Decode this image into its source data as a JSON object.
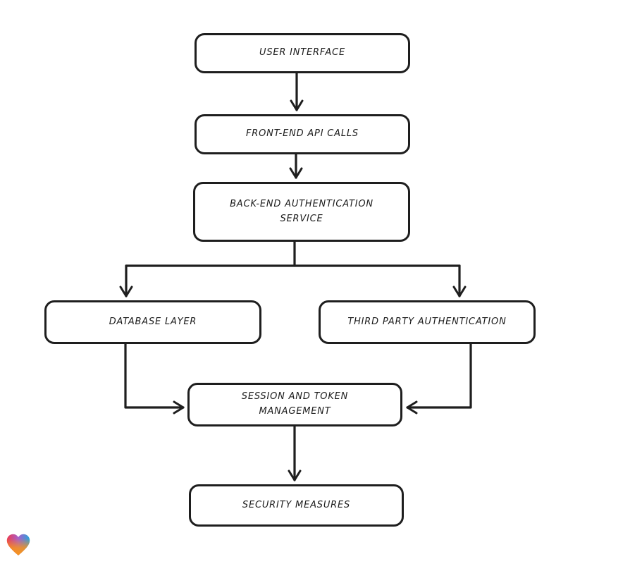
{
  "page": {
    "background": "#ffffff"
  },
  "diagram": {
    "type": "flowchart",
    "stroke_color": "#1e1e1e",
    "node_fill": "#ffffff",
    "nodes": [
      {
        "id": "user-interface",
        "label": "USER INTERFACE"
      },
      {
        "id": "front-end-api-calls",
        "label": "FRONT-END API CALLS"
      },
      {
        "id": "back-end-authentication-service",
        "label": "BACK-END AUTHENTICATION SERVICE"
      },
      {
        "id": "database-layer",
        "label": "DATABASE LAYER"
      },
      {
        "id": "third-party-authentication",
        "label": "THIRD PARTY AUTHENTICATION"
      },
      {
        "id": "session-and-token-management",
        "label": "SESSION AND TOKEN MANAGEMENT"
      },
      {
        "id": "security-measures",
        "label": "SECURITY MEASURES"
      }
    ],
    "edges": [
      {
        "from": "user-interface",
        "to": "front-end-api-calls"
      },
      {
        "from": "front-end-api-calls",
        "to": "back-end-authentication-service"
      },
      {
        "from": "back-end-authentication-service",
        "to": "database-layer"
      },
      {
        "from": "back-end-authentication-service",
        "to": "third-party-authentication"
      },
      {
        "from": "database-layer",
        "to": "session-and-token-management"
      },
      {
        "from": "third-party-authentication",
        "to": "session-and-token-management"
      },
      {
        "from": "session-and-token-management",
        "to": "security-measures"
      }
    ]
  },
  "logo": {
    "name": "lovable-heart-logo",
    "colors": {
      "red": "#ED3B4F",
      "purple": "#A85FCB",
      "blue": "#25A5DA",
      "orange": "#F7941D"
    }
  }
}
